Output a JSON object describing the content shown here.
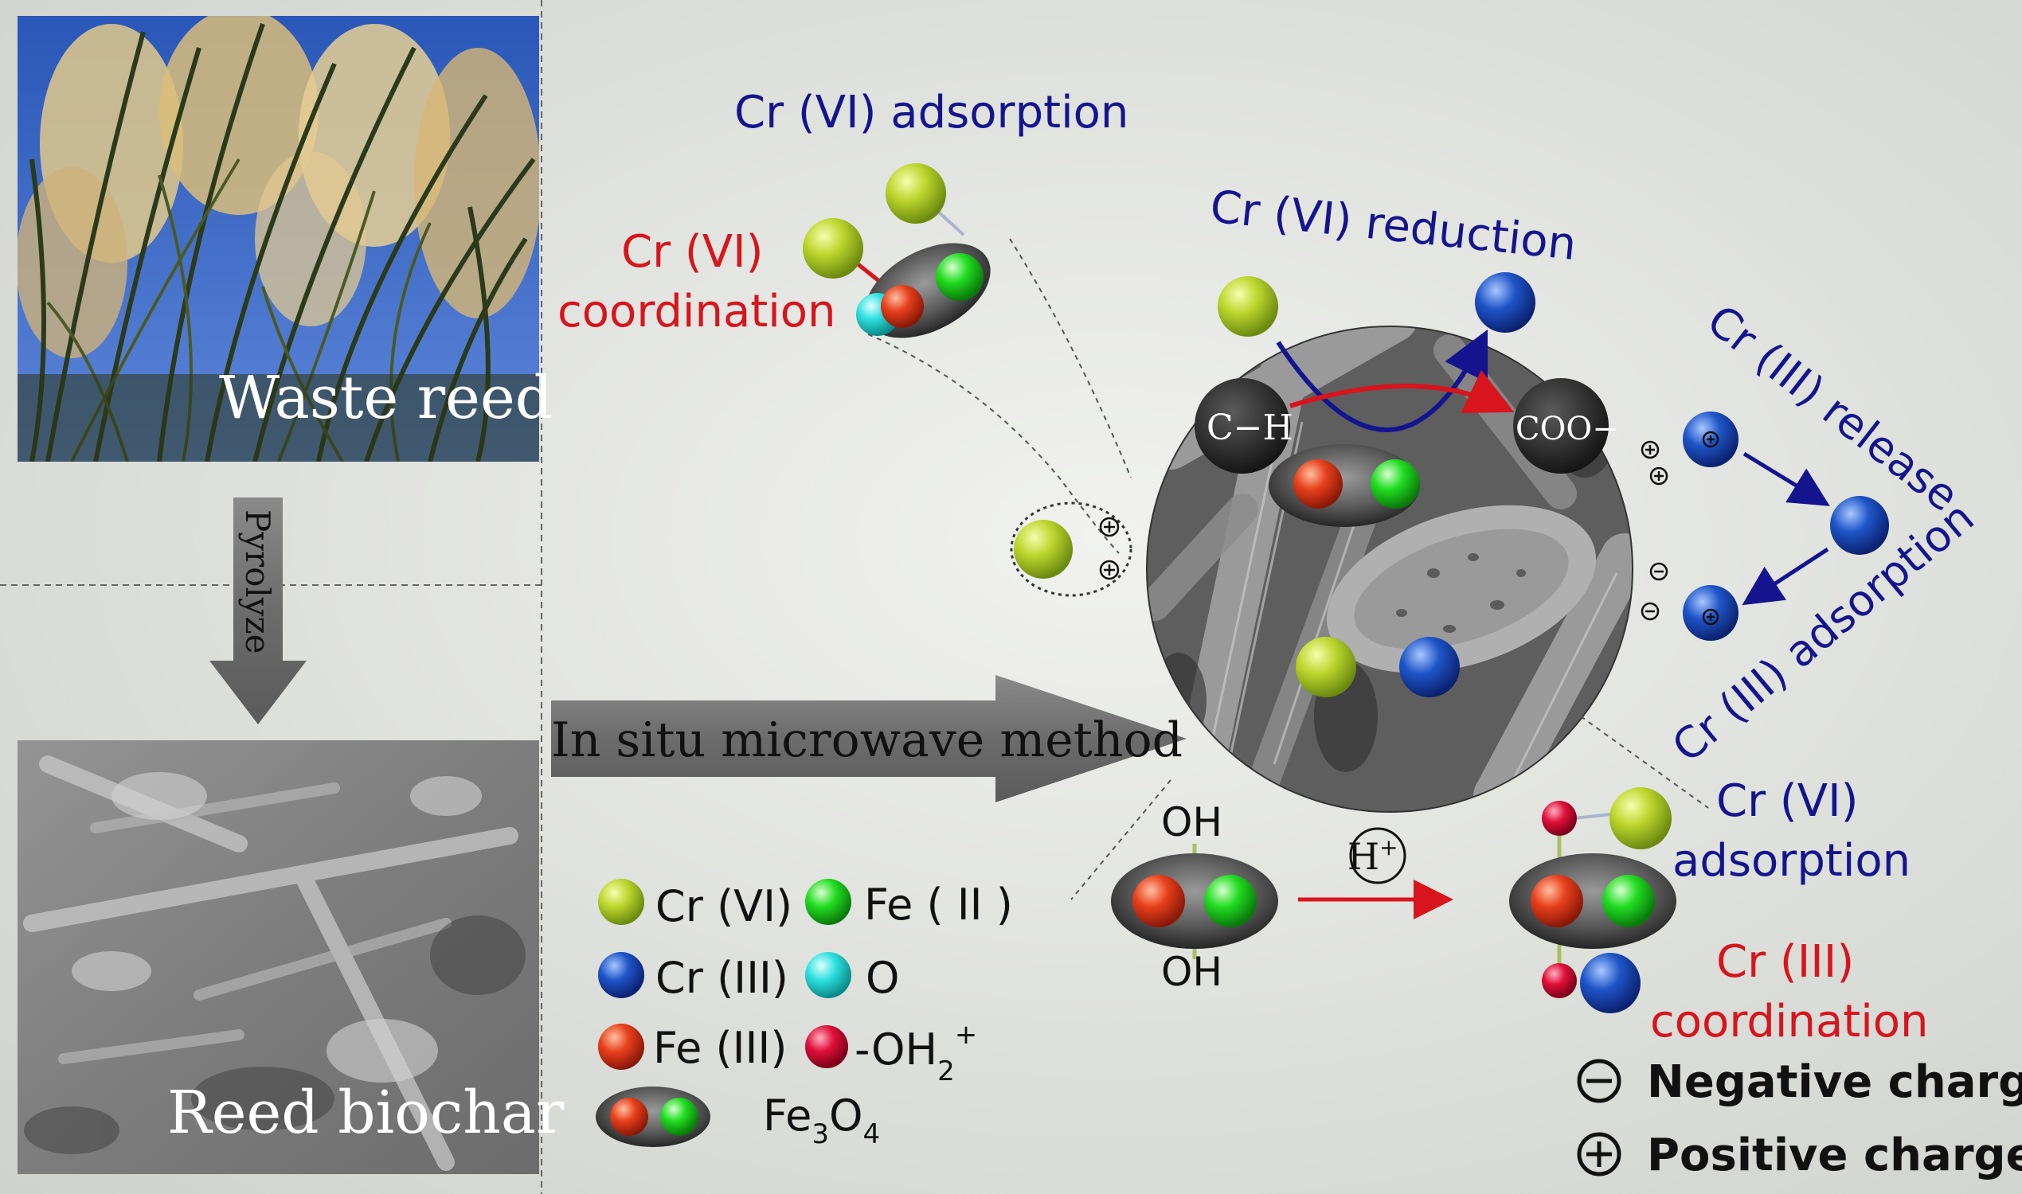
{
  "photo_labels": {
    "top": "Waste reed",
    "bottom": "Reed biochar"
  },
  "process": {
    "pyrolyze": "Pyrolyze",
    "method": "In situ microwave method"
  },
  "mechanisms": {
    "cr6_adsorption_top": "Cr (VI) adsorption",
    "cr6_coordination_1": "Cr (VI)",
    "cr6_coordination_2": "coordination",
    "cr6_reduction": "Cr (VI) reduction",
    "cr3_release": "Cr (III) release",
    "cr3_adsorption": "Cr (III) adsorption",
    "cr6_adsorption_right_1": "Cr (VI)",
    "cr6_adsorption_right_2": "adsorption",
    "cr3_coordination_1": "Cr (III)",
    "cr3_coordination_2": "coordination"
  },
  "groups": {
    "ch": "C−H",
    "coo": "COO−",
    "oh": "OH",
    "h_plus": "H",
    "plus_sup": "+"
  },
  "legend": {
    "cr6": "Cr (VI)",
    "fe2": "Fe ( II )",
    "cr3": "Cr (III)",
    "o": "O",
    "fe3": "Fe (III)",
    "oh2_base": "-OH",
    "oh2_sub": "2",
    "oh2_sup": "+",
    "fe3o4_fe": "Fe",
    "fe3o4_3": "3",
    "fe3o4_o": "O",
    "fe3o4_4": "4",
    "negative": "Negative charge",
    "positive": "Positive charge"
  },
  "colors": {
    "cr6": "#b9d42a",
    "cr3": "#1f55c8",
    "fe3": "#e8401c",
    "fe2": "#22dd22",
    "oxygen": "#2ee0e0",
    "oh2": "#e0103a",
    "text_blue": "#14148f",
    "text_red": "#d8141c"
  }
}
